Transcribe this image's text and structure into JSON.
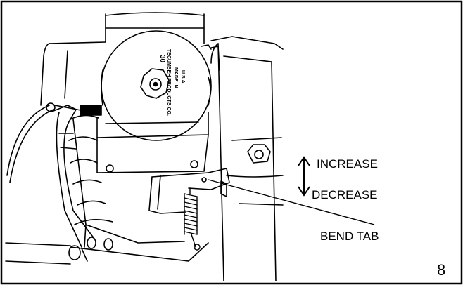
{
  "callouts": {
    "increase": "INCREASE",
    "decrease": "DECREASE",
    "bend_tab": "BEND TAB"
  },
  "figure_number": "8",
  "part_markings": {
    "number": "30",
    "maker": "TECUMSEH PRODUCTS CO.",
    "made_in": "MADE IN",
    "country": "U.S.A."
  },
  "colors": {
    "ink": "#000000",
    "paper": "#ffffff"
  }
}
